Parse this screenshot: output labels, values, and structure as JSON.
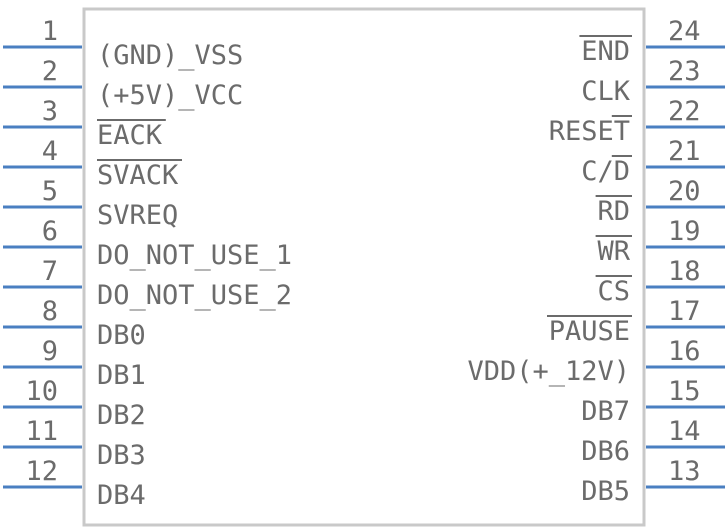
{
  "component": {
    "colors": {
      "pin": "#4a7fc1",
      "text": "#6b6b6b",
      "outline": "#c9c9c9"
    },
    "left_pins": [
      {
        "number": "1",
        "label": "(GND)_VSS",
        "overbar": null
      },
      {
        "number": "2",
        "label": "(+5V)_VCC",
        "overbar": null
      },
      {
        "number": "3",
        "label": "EACK",
        "overbar": "EACK"
      },
      {
        "number": "4",
        "label": "SVACK",
        "overbar": "SVACK"
      },
      {
        "number": "5",
        "label": "SVREQ",
        "overbar": null
      },
      {
        "number": "6",
        "label": "DO_NOT_USE_1",
        "overbar": null
      },
      {
        "number": "7",
        "label": "DO_NOT_USE_2",
        "overbar": null
      },
      {
        "number": "8",
        "label": "DB0",
        "overbar": null
      },
      {
        "number": "9",
        "label": "DB1",
        "overbar": null
      },
      {
        "number": "10",
        "label": "DB2",
        "overbar": null
      },
      {
        "number": "11",
        "label": "DB3",
        "overbar": null
      },
      {
        "number": "12",
        "label": "DB4",
        "overbar": null
      }
    ],
    "right_pins": [
      {
        "number": "24",
        "label": "END",
        "overbar": "END"
      },
      {
        "number": "23",
        "label": "CLK",
        "overbar": null
      },
      {
        "number": "22",
        "label": "RESET",
        "overbar": "T"
      },
      {
        "number": "21",
        "label": "C/D",
        "overbar": "D"
      },
      {
        "number": "20",
        "label": "RD",
        "overbar": "RD"
      },
      {
        "number": "19",
        "label": "WR",
        "overbar": "WR"
      },
      {
        "number": "18",
        "label": "CS",
        "overbar": "CS"
      },
      {
        "number": "17",
        "label": "PAUSE",
        "overbar": "PAUSE"
      },
      {
        "number": "16",
        "label": "VDD(+_12V)",
        "overbar": null
      },
      {
        "number": "15",
        "label": "DB7",
        "overbar": null
      },
      {
        "number": "14",
        "label": "DB6",
        "overbar": null
      },
      {
        "number": "13",
        "label": "DB5",
        "overbar": null
      }
    ]
  }
}
